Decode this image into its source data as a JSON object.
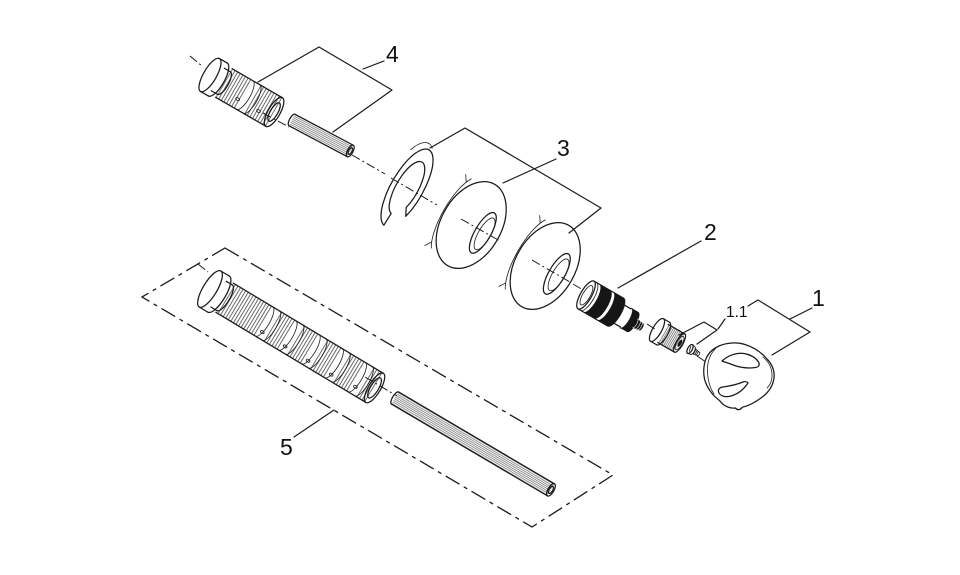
{
  "diagram": {
    "kind": "exploded-parts-diagram",
    "background_color": "#ffffff",
    "line_color": "#1a1a1a",
    "callouts": {
      "c1": "1",
      "c1_1": "1.1",
      "c2": "2",
      "c3": "3",
      "c4": "4",
      "c5": "5"
    }
  }
}
